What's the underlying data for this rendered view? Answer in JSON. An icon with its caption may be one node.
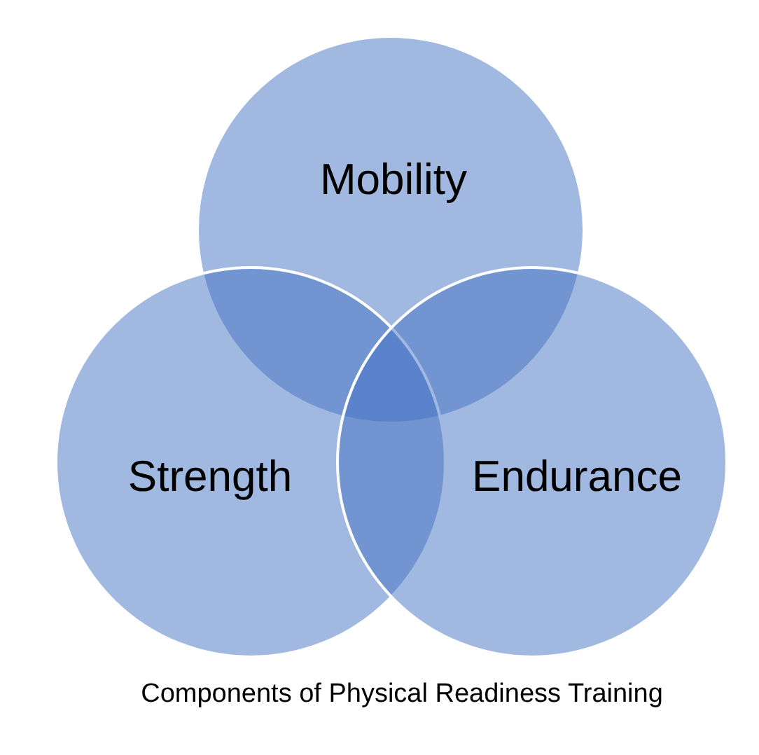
{
  "diagram": {
    "caption": "Components of Physical Readiness Training",
    "nodes": [
      {
        "text": [
          "Mobility"
        ]
      },
      {
        "text": [
          "Strength"
        ]
      },
      {
        "text": [
          "Endurance"
        ]
      }
    ]
  }
}
